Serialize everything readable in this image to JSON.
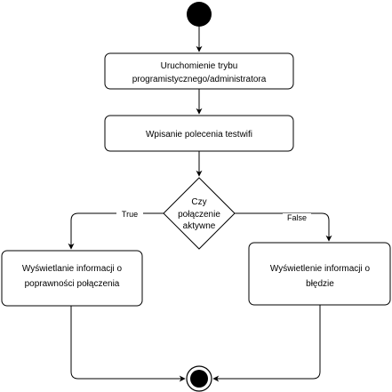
{
  "diagram": {
    "steps": [
      {
        "line1": "Uruchomienie trybu",
        "line2": "programistycznego/administratora"
      },
      {
        "line1": "Wpisanie polecenia testwifi"
      }
    ],
    "decision": {
      "line1": "Czy",
      "line2": "połączenie",
      "line3": "aktywne"
    },
    "branches": {
      "true": {
        "label": "True",
        "line1": "Wyświetlanie informacji o",
        "line2": "poprawności połączenia"
      },
      "false": {
        "label": "False",
        "line1": "Wyświetlenie informacji o",
        "line2": "błędzie"
      }
    }
  }
}
